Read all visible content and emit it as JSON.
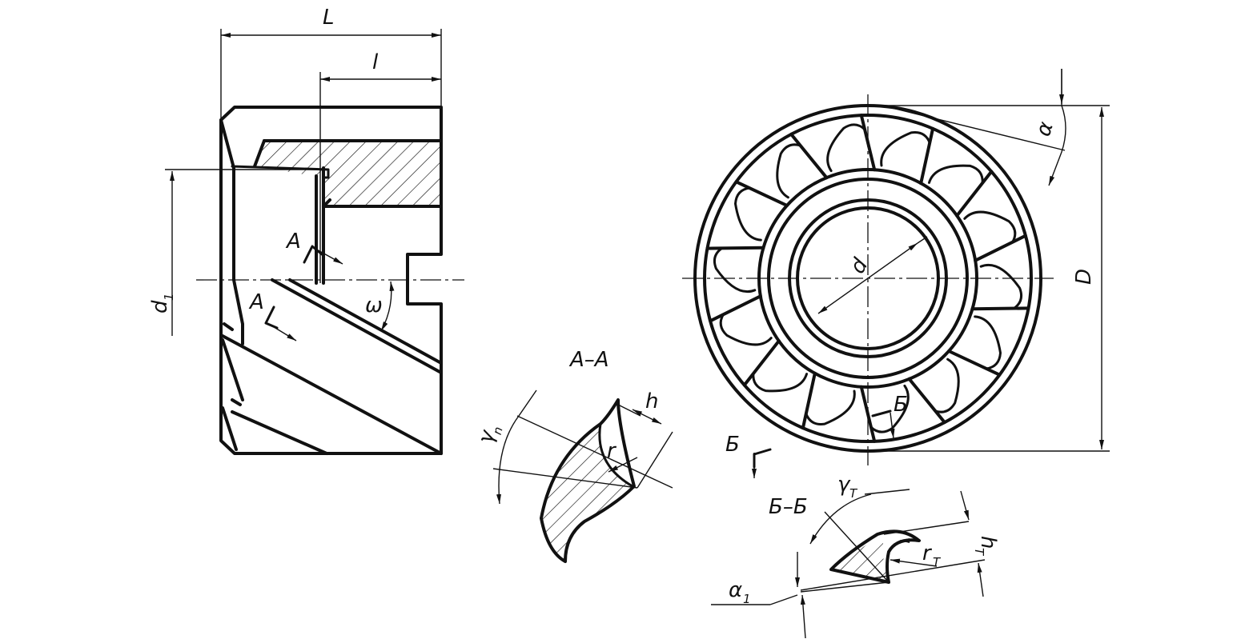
{
  "labels": {
    "L": "L",
    "l": "l",
    "d1_main": "d",
    "d1_sub": "1",
    "omega": "ω",
    "A_top": "A",
    "A_bottom": "A",
    "section_AA": "A–A",
    "h": "h",
    "r": "r",
    "gamma_n_main": "γ",
    "gamma_n_sub": "n",
    "d": "d",
    "D": "D",
    "alpha": "α",
    "B_marker": "Б",
    "B_marker2": "Б",
    "section_BB": "Б–Б",
    "gamma_T_main": "γ",
    "gamma_T_sub": "T",
    "r_T_main": "r",
    "r_T_sub": "T",
    "h_T_main": "h",
    "h_T_sub": "T",
    "alpha1_main": "α",
    "alpha1_sub": "1"
  },
  "colors": {
    "line": "#111111",
    "background": "#ffffff"
  }
}
